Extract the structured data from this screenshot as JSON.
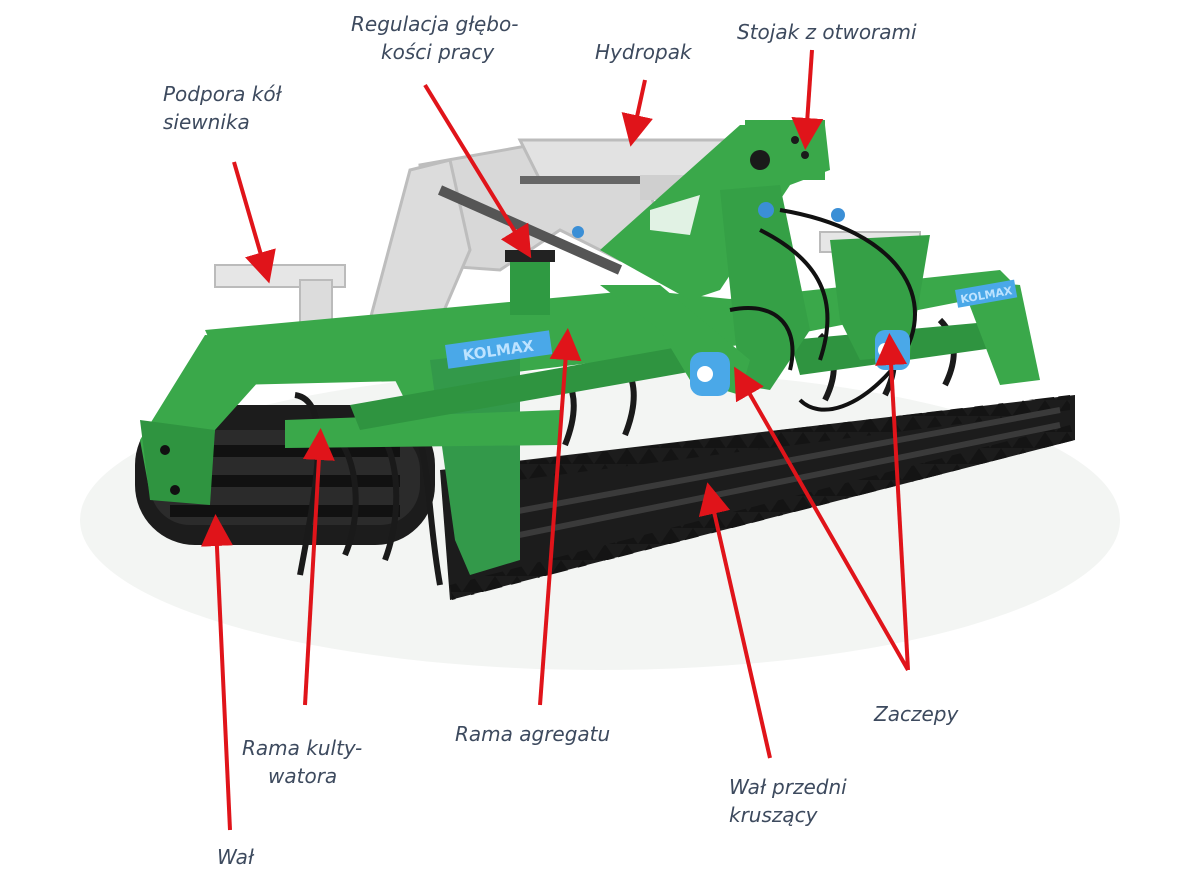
{
  "labels": {
    "regulacja": {
      "line1": "Regulacja głębo-",
      "line2": "kości pracy"
    },
    "hydropak": {
      "line1": "Hydropak"
    },
    "stojak": {
      "line1": "Stojak z otworami"
    },
    "podpora": {
      "line1": "Podpora kół",
      "line2": "siewnika"
    },
    "rama_kultywatora": {
      "line1": "Rama kulty-",
      "line2": "watora"
    },
    "rama_agregatu": {
      "line1": "Rama agregatu"
    },
    "zaczepy": {
      "line1": "Zaczepy"
    },
    "wal_przedni": {
      "line1": "Wał przedni",
      "line2": "kruszący"
    },
    "wal": {
      "line1": "Wał"
    }
  },
  "brand_text": "KOLMAX",
  "colors": {
    "frame_green": "#3aa84a",
    "frame_green_dark": "#2a7f37",
    "hydropak_grey": "#d8d8d8",
    "roller_black": "#1c1c1c",
    "arrow_red": "#e0141a",
    "label_text": "#3d4a5e",
    "brand_blue": "#4aa8e8"
  }
}
